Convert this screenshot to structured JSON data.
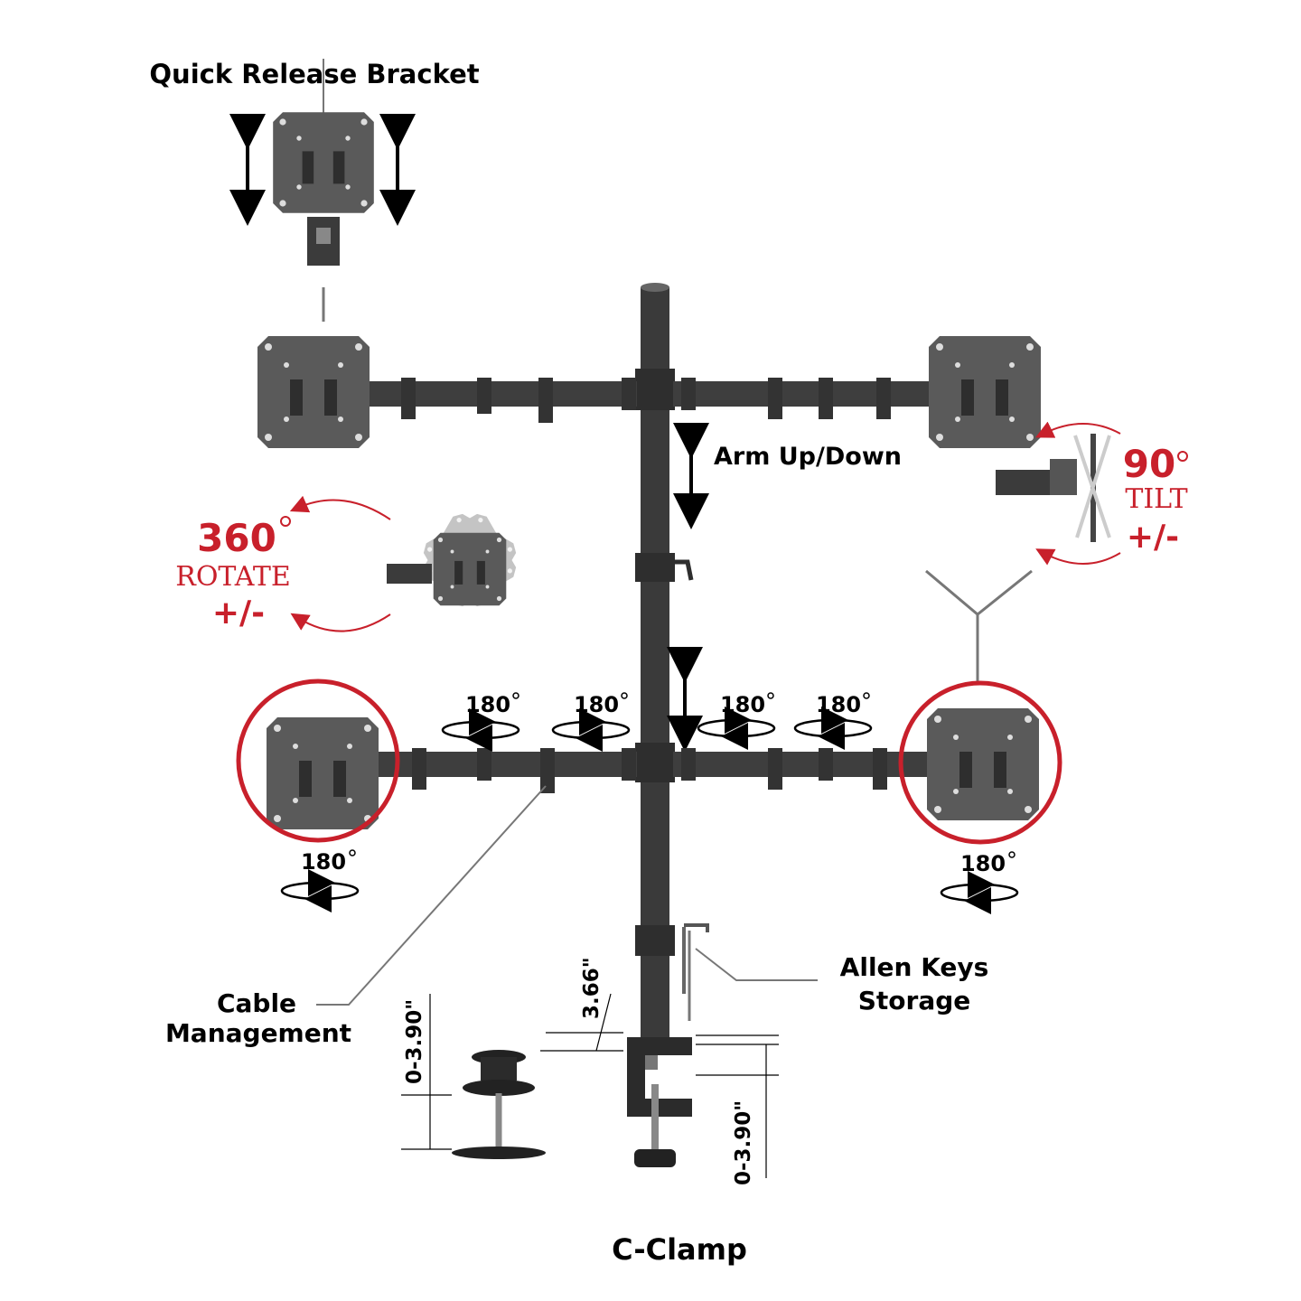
{
  "labels": {
    "quick_release": "Quick Release Bracket",
    "arm_updown": "Arm Up/Down",
    "rotate_deg": "360",
    "rotate_word": "ROTATE",
    "rotate_pm": "+/-",
    "tilt_deg": "90",
    "tilt_word": "TILT",
    "tilt_pm": "+/-",
    "deg_180": "180",
    "cable_1": "Cable",
    "cable_2": "Management",
    "allen_1": "Allen Keys",
    "allen_2": "Storage",
    "dim_366": "3.66\"",
    "dim_390_a": "0-3.90\"",
    "dim_390_b": "0-3.90\"",
    "c_clamp": "C-Clamp"
  },
  "colors": {
    "accent": "#c8202b",
    "metal": "#3c3c3c",
    "plate": "#555555"
  }
}
